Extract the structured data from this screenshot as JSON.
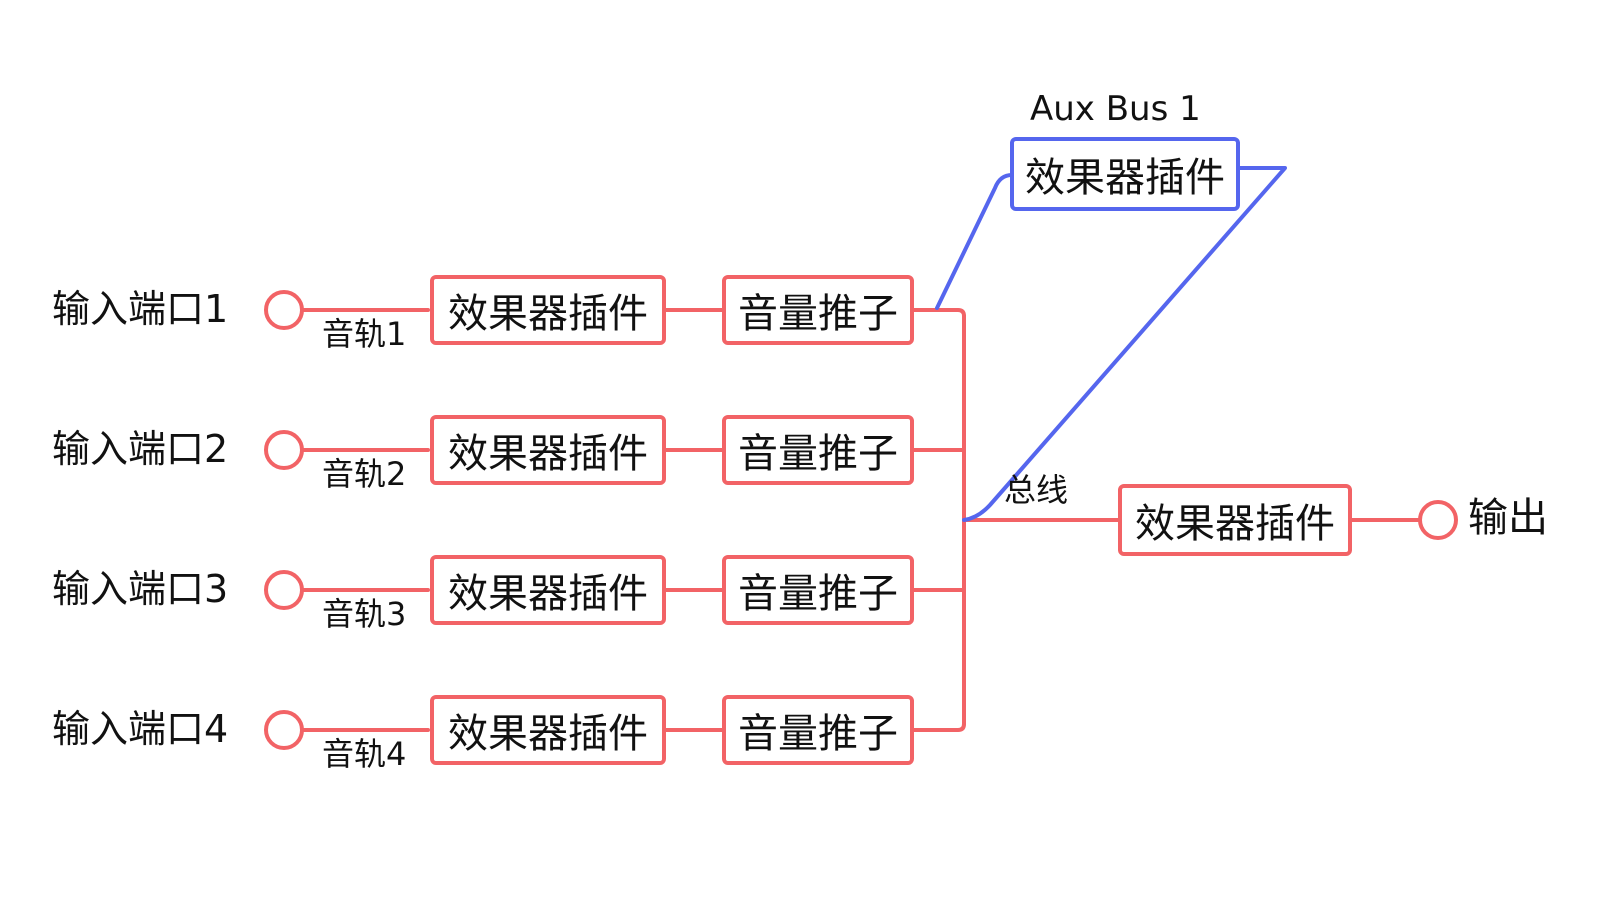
{
  "colors": {
    "main_line": "#f26366",
    "aux_line": "#5566ee",
    "text": "#111111",
    "background": "#ffffff"
  },
  "channels": [
    {
      "port": "输入端口1",
      "track": "音轨1",
      "plugin": "效果器插件",
      "fader": "音量推子"
    },
    {
      "port": "输入端口2",
      "track": "音轨2",
      "plugin": "效果器插件",
      "fader": "音量推子"
    },
    {
      "port": "输入端口3",
      "track": "音轨3",
      "plugin": "效果器插件",
      "fader": "音量推子"
    },
    {
      "port": "输入端口4",
      "track": "音轨4",
      "plugin": "效果器插件",
      "fader": "音量推子"
    }
  ],
  "aux_bus": {
    "title": "Aux Bus 1",
    "plugin": "效果器插件"
  },
  "bus": {
    "label": "总线",
    "plugin": "效果器插件"
  },
  "output": {
    "label": "输出"
  }
}
